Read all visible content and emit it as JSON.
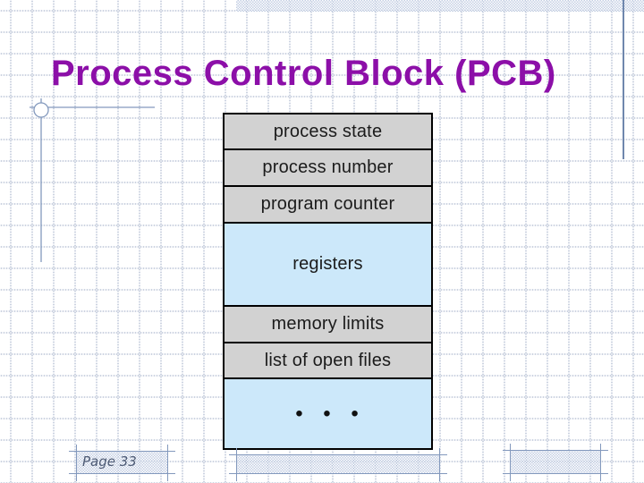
{
  "slide": {
    "title": "Process Control Block (PCB)",
    "page_label": "Page 33"
  },
  "pcb_diagram": {
    "rows": [
      {
        "label": "process state"
      },
      {
        "label": "process number"
      },
      {
        "label": "program counter"
      },
      {
        "label": "registers"
      },
      {
        "label": "memory limits"
      },
      {
        "label": "list of open files"
      },
      {
        "label": "• • •"
      }
    ]
  },
  "colors": {
    "title_purple": "#8c0fa8",
    "row_gray": "#d2d2d2",
    "row_blue": "#cce8fa",
    "accent_slate": "#8399bd",
    "table_border": "#000000"
  }
}
